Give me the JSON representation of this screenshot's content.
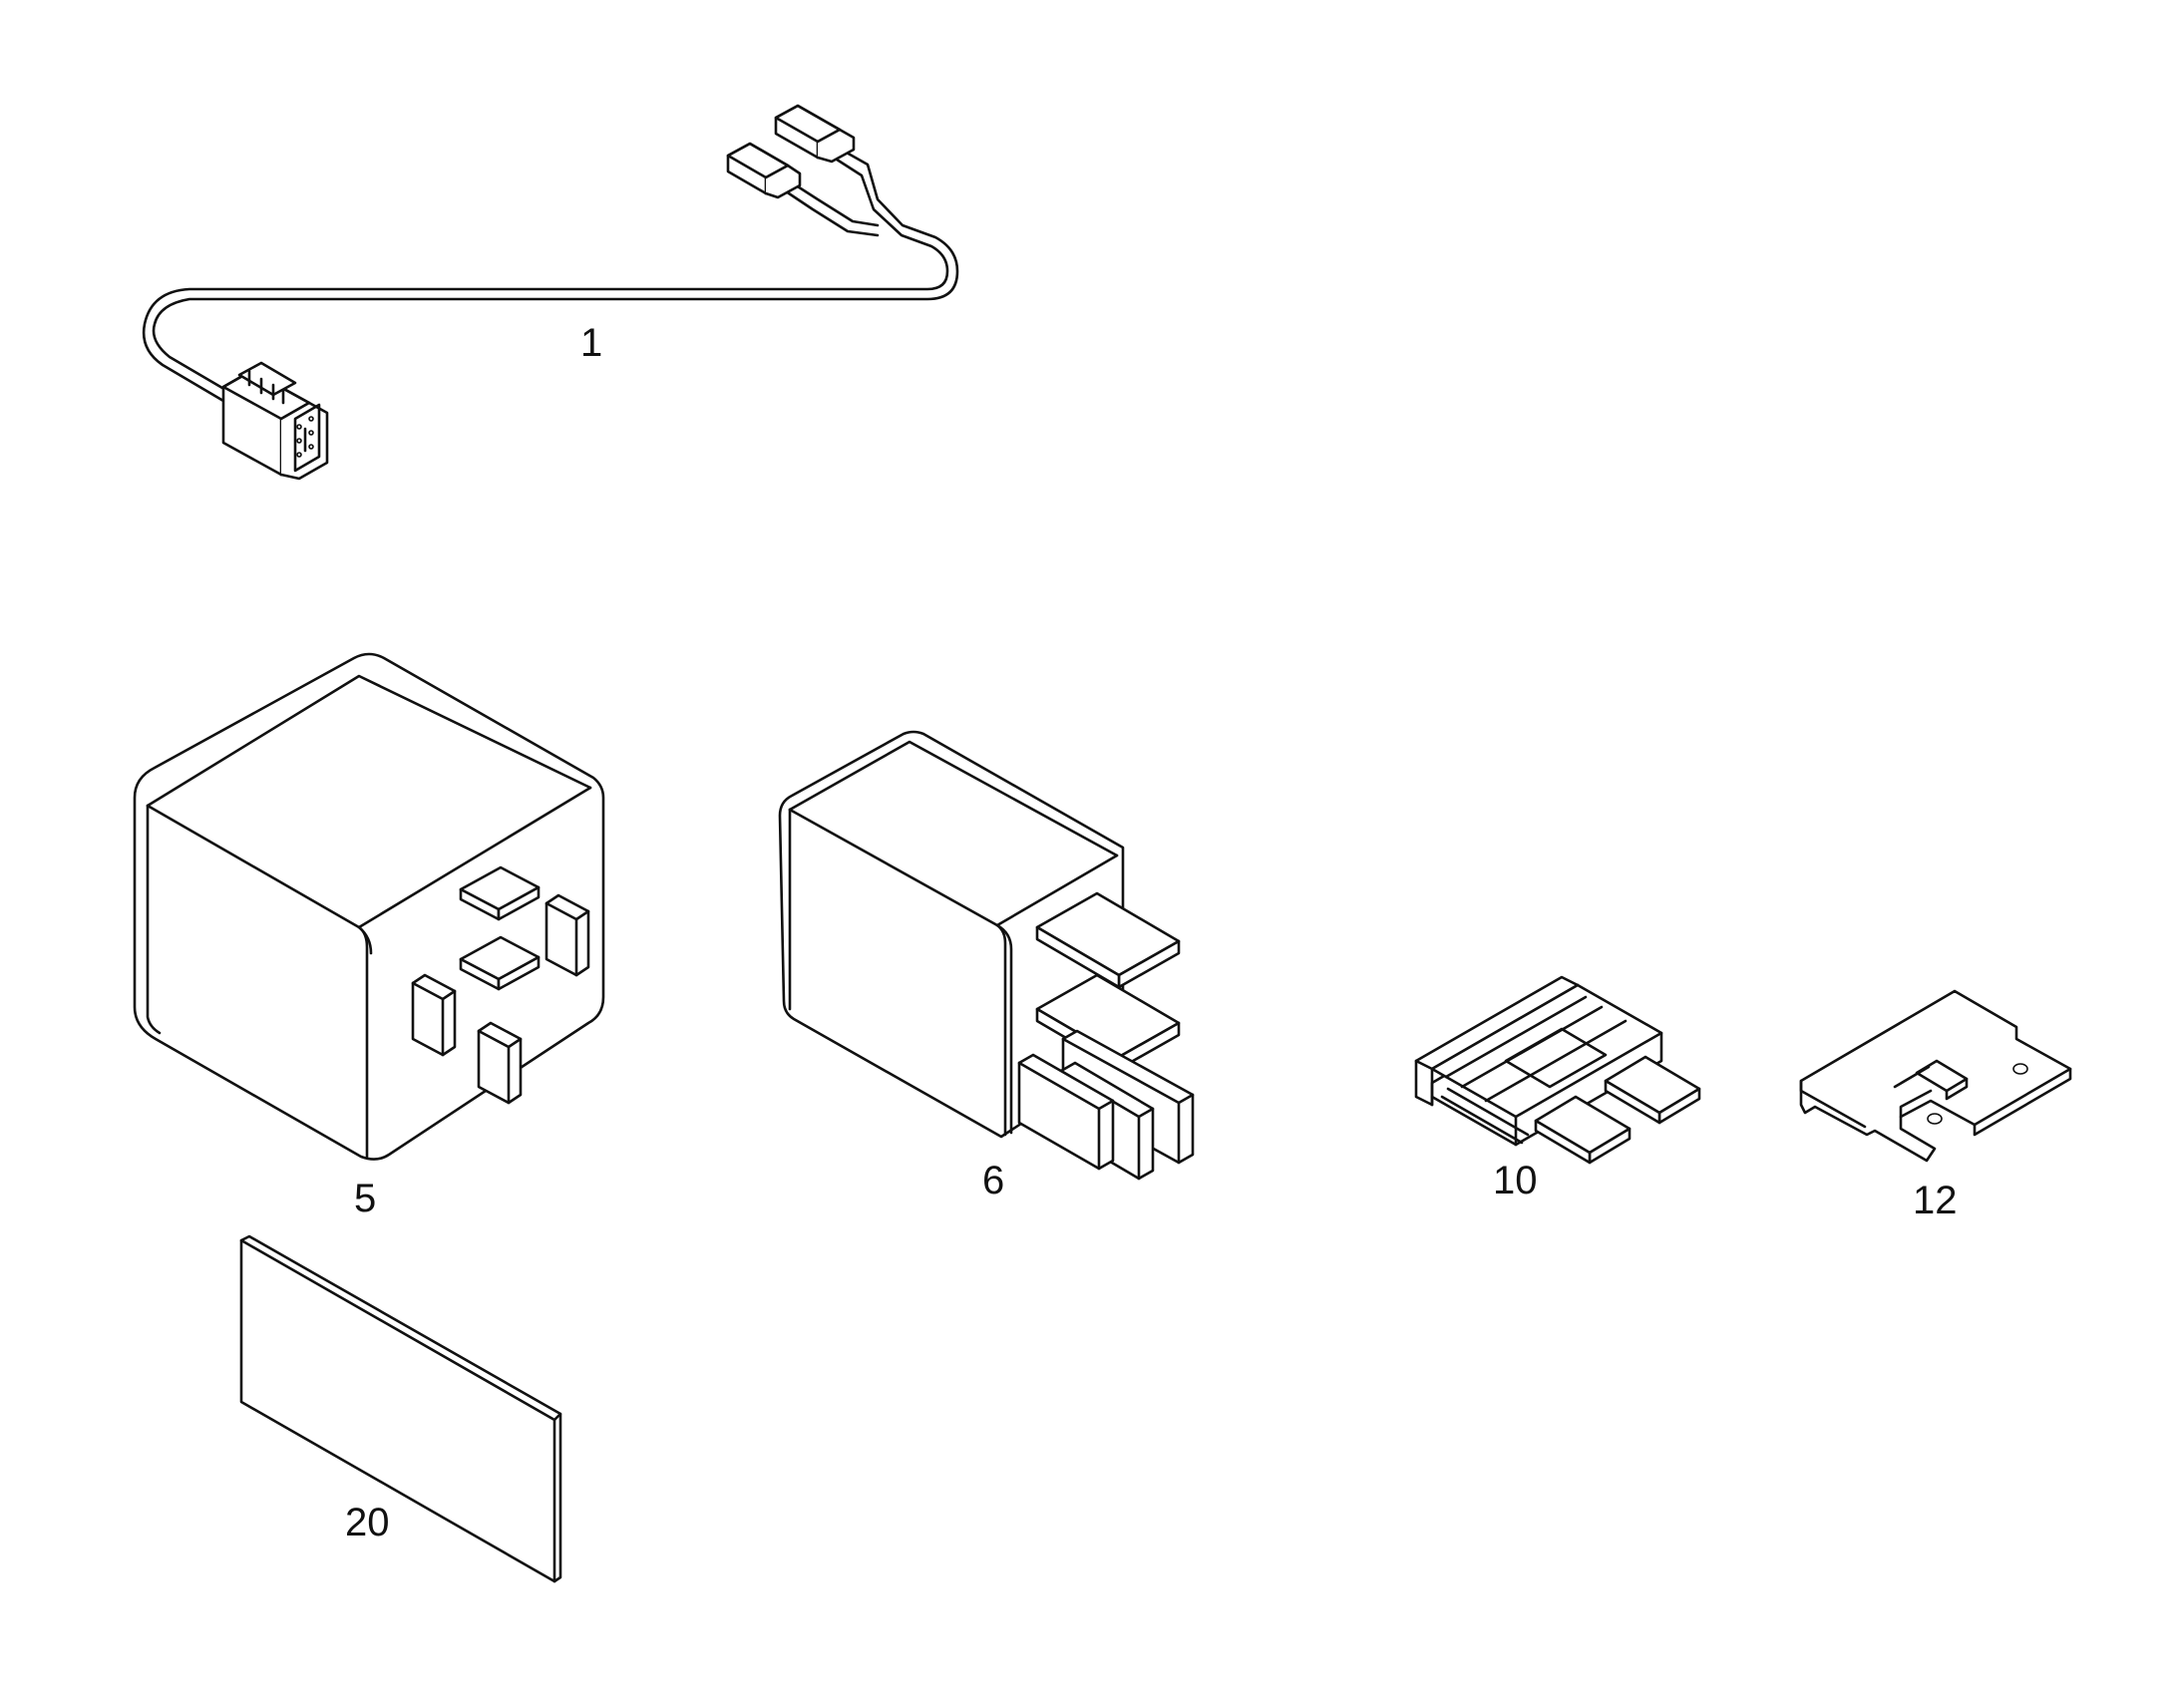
{
  "parts": [
    {
      "id": "p1",
      "label": "1",
      "icon": "wire-harness-icon"
    },
    {
      "id": "p5",
      "label": "5",
      "icon": "relay-5-pin-icon"
    },
    {
      "id": "p6",
      "label": "6",
      "icon": "relay-mini-icon"
    },
    {
      "id": "p10",
      "label": "10",
      "icon": "blade-fuse-icon"
    },
    {
      "id": "p12",
      "label": "12",
      "icon": "bridge-plate-icon"
    },
    {
      "id": "p20",
      "label": "20",
      "icon": "label-sticker-icon"
    }
  ],
  "colors": {
    "line": "#111111",
    "background": "#ffffff"
  }
}
